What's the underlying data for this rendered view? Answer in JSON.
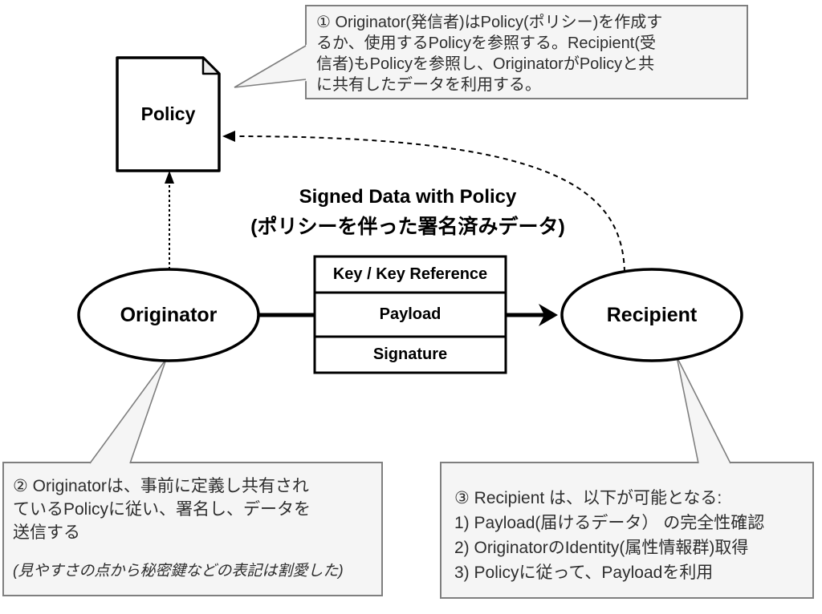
{
  "title": {
    "line1": "Signed Data with Policy",
    "line2": "(ポリシーを伴った署名済みデータ)"
  },
  "nodes": {
    "policy": {
      "label": "Policy"
    },
    "originator": {
      "label": "Originator"
    },
    "recipient": {
      "label": "Recipient"
    }
  },
  "signed_data_box": {
    "rows": [
      "Key / Key Reference",
      "Payload",
      "Signature"
    ]
  },
  "callouts": {
    "note1": {
      "text": "① Originator(発信者)はPolicy(ポリシー)を作成す\nるか、使用するPolicyを参照する。Recipient(受\n信者)もPolicyを参照し、OriginatorがPolicyと共\nに共有したデータを利用する。"
    },
    "note2": {
      "text": "② Originatorは、事前に定義し共有され\nているPolicyに従い、署名し、データを\n送信する",
      "footnote": "(見やすさの点から秘密鍵などの表記は割愛した)"
    },
    "note3": {
      "text": "③ Recipient は、以下が可能となる:\n1) Payload(届けるデータ） の完全性確認\n2) OriginatorのIdentity(属性情報群)取得\n3) Policyに従って、Payloadを利用"
    }
  },
  "icons": {
    "policy_document_icon": "document-with-folded-corner"
  },
  "colors": {
    "background": "#ffffff",
    "shape_fill": "#ffffff",
    "shape_stroke": "#000000",
    "callout_fill": "#f5f5f5",
    "callout_border": "#7f7f7f",
    "callout_text": "#2d2d2d",
    "document_fold_fill": "#ececec"
  }
}
